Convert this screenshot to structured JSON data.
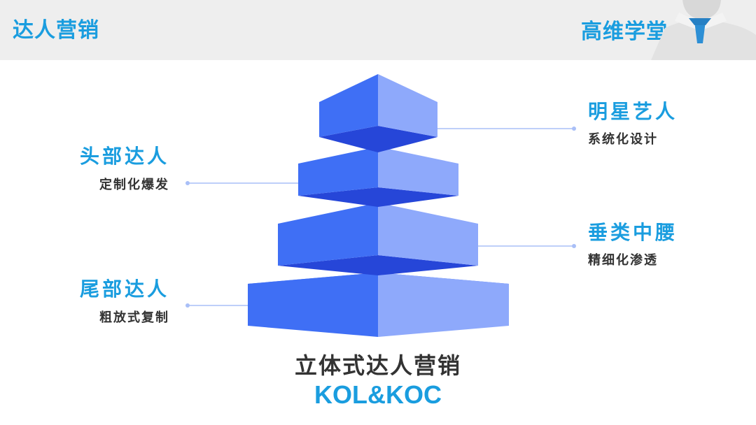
{
  "header": {
    "title": "达人营销",
    "brand": "高维学堂"
  },
  "colors": {
    "accent": "#1a9ddf",
    "text_dark": "#333333",
    "block_front": "#3f6ff5",
    "block_side": "#8ea9fb",
    "block_under": "#2646d8",
    "block_top": "#4a78f6",
    "connector": "#a9bff7",
    "mascot_shirt": "#e6e6e6",
    "mascot_scarf": "#2d8fd5"
  },
  "pyramid": {
    "tiers": [
      {
        "title": "明星艺人",
        "subtitle": "系统化设计",
        "side": "right"
      },
      {
        "title": "头部达人",
        "subtitle": "定制化爆发",
        "side": "left"
      },
      {
        "title": "垂类中腰",
        "subtitle": "精细化渗透",
        "side": "right"
      },
      {
        "title": "尾部达人",
        "subtitle": "粗放式复制",
        "side": "left"
      }
    ]
  },
  "caption": {
    "main": "立体式达人营销",
    "sub": "KOL&KOC"
  }
}
